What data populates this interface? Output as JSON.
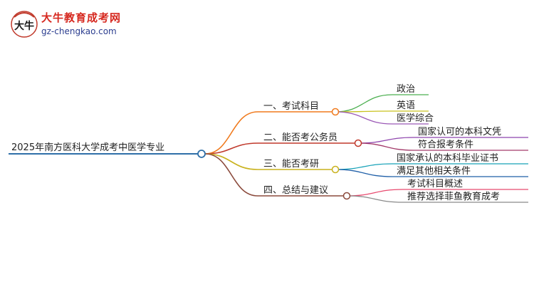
{
  "brand": {
    "logo_text": "大牛",
    "title": "大牛教育成考网",
    "url": "gz-chengkao.com"
  },
  "mindmap": {
    "root": {
      "label": "2025年南方医科大学成考中医学专业",
      "color": "#2f6fa8"
    },
    "branches": [
      {
        "label": "一、考试科目",
        "color": "#f07a1d",
        "children": [
          {
            "label": "政治",
            "color": "#4caf50"
          },
          {
            "label": "英语",
            "color": "#c9c21e"
          },
          {
            "label": "医学综合",
            "color": "#9b59b6"
          }
        ]
      },
      {
        "label": "二、能否考公务员",
        "color": "#c0392b",
        "children": [
          {
            "label": "国家认可的本科文凭",
            "color": "#8e44ad"
          },
          {
            "label": "符合报考条件",
            "color": "#a33a6a"
          }
        ]
      },
      {
        "label": "三、能否考研",
        "color": "#c9b21e",
        "children": [
          {
            "label": "国家承认的本科毕业证书",
            "color": "#17a2b8"
          },
          {
            "label": "满足其他相关条件",
            "color": "#1f5fa8"
          }
        ]
      },
      {
        "label": "四、总结与建议",
        "color": "#8b4a3c",
        "children": [
          {
            "label": "考试科目概述",
            "color": "#e84a6f"
          },
          {
            "label": "推荐选择菲鱼教育成考",
            "color": "#8a8a8a"
          }
        ]
      }
    ]
  }
}
